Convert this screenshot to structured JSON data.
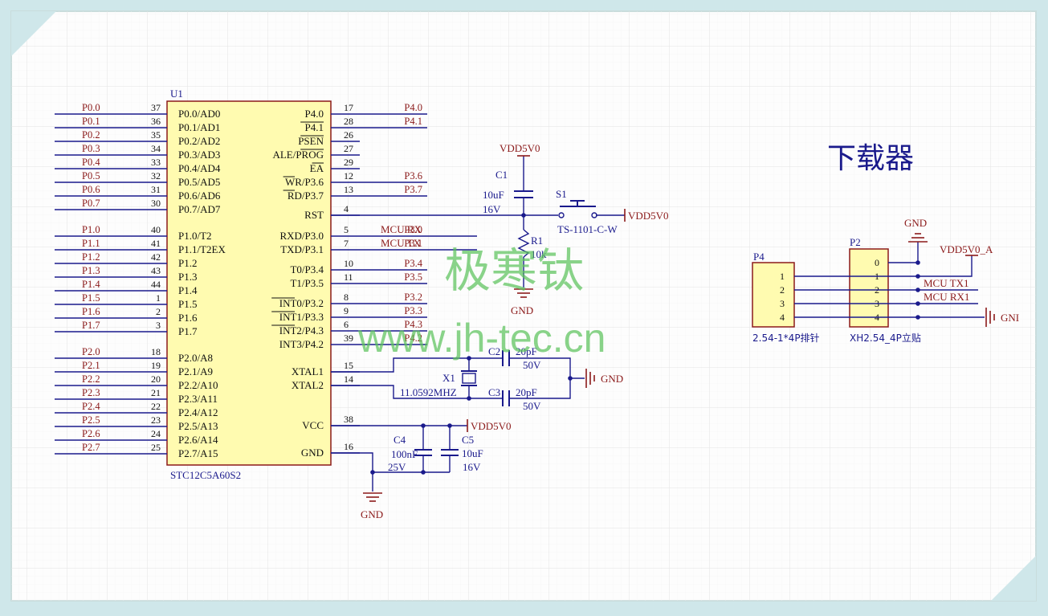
{
  "colors": {
    "wire": "#1a1a8c",
    "net": "#8b1a1a",
    "pin": "#111111",
    "chip_fill": "#fffbb0",
    "chip_border": "#8b1a1a",
    "part_text": "#1a1a8c",
    "grid": "#e6e6e6",
    "watermark": "#5cc25c",
    "paper": "#fdfdfd"
  },
  "u1": {
    "ref": "U1",
    "part": "STC12C5A60S2",
    "left_pins": [
      {
        "num": "37",
        "name": "P0.0/AD0",
        "net": "P0.0"
      },
      {
        "num": "36",
        "name": "P0.1/AD1",
        "net": "P0.1"
      },
      {
        "num": "35",
        "name": "P0.2/AD2",
        "net": "P0.2"
      },
      {
        "num": "34",
        "name": "P0.3/AD3",
        "net": "P0.3"
      },
      {
        "num": "33",
        "name": "P0.4/AD4",
        "net": "P0.4"
      },
      {
        "num": "32",
        "name": "P0.5/AD5",
        "net": "P0.5"
      },
      {
        "num": "31",
        "name": "P0.6/AD6",
        "net": "P0.6"
      },
      {
        "num": "30",
        "name": "P0.7/AD7",
        "net": "P0.7"
      },
      {
        "num": "40",
        "name": "P1.0/T2",
        "net": "P1.0"
      },
      {
        "num": "41",
        "name": "P1.1/T2EX",
        "net": "P1.1"
      },
      {
        "num": "42",
        "name": "P1.2",
        "net": "P1.2"
      },
      {
        "num": "43",
        "name": "P1.3",
        "net": "P1.3"
      },
      {
        "num": "44",
        "name": "P1.4",
        "net": "P1.4"
      },
      {
        "num": "1",
        "name": "P1.5",
        "net": "P1.5"
      },
      {
        "num": "2",
        "name": "P1.6",
        "net": "P1.6"
      },
      {
        "num": "3",
        "name": "P1.7",
        "net": "P1.7"
      },
      {
        "num": "18",
        "name": "P2.0/A8",
        "net": "P2.0"
      },
      {
        "num": "19",
        "name": "P2.1/A9",
        "net": "P2.1"
      },
      {
        "num": "20",
        "name": "P2.2/A10",
        "net": "P2.2"
      },
      {
        "num": "21",
        "name": "P2.3/A11",
        "net": "P2.3"
      },
      {
        "num": "22",
        "name": "P2.4/A12",
        "net": "P2.4"
      },
      {
        "num": "23",
        "name": "P2.5/A13",
        "net": "P2.5"
      },
      {
        "num": "24",
        "name": "P2.6/A14",
        "net": "P2.6"
      },
      {
        "num": "25",
        "name": "P2.7/A15",
        "net": "P2.7"
      }
    ],
    "right_pins": [
      {
        "num": "17",
        "name": "P4.0",
        "net": "P4.0"
      },
      {
        "num": "28",
        "name": "P4.1",
        "net": "P4.1"
      },
      {
        "num": "26",
        "name": "PSEN",
        "net": ""
      },
      {
        "num": "27",
        "name": "ALE/PROG",
        "net": ""
      },
      {
        "num": "29",
        "name": "EA",
        "net": ""
      },
      {
        "num": "12",
        "name": "WR/P3.6",
        "net": "P3.6"
      },
      {
        "num": "13",
        "name": "RD/P3.7",
        "net": "P3.7"
      },
      {
        "num": "4",
        "name": "RST",
        "net": ""
      },
      {
        "num": "5",
        "name": "RXD/P3.0",
        "net": "P3.0"
      },
      {
        "num": "7",
        "name": "TXD/P3.1",
        "net": "P3.1"
      },
      {
        "num": "10",
        "name": "T0/P3.4",
        "net": "P3.4"
      },
      {
        "num": "11",
        "name": "T1/P3.5",
        "net": "P3.5"
      },
      {
        "num": "8",
        "name": "INT0/P3.2",
        "net": "P3.2"
      },
      {
        "num": "9",
        "name": "INT1/P3.3",
        "net": "P3.3"
      },
      {
        "num": "6",
        "name": "INT2/P4.3",
        "net": "P4.3"
      },
      {
        "num": "39",
        "name": "INT3/P4.2",
        "net": "P4.2"
      },
      {
        "num": "15",
        "name": "XTAL1",
        "net": ""
      },
      {
        "num": "14",
        "name": "XTAL2",
        "net": ""
      },
      {
        "num": "38",
        "name": "VCC",
        "net": ""
      },
      {
        "num": "16",
        "name": "GND",
        "net": ""
      }
    ]
  },
  "labels": {
    "mcu_rx": "MCU RX",
    "mcu_tx": "MCU TX",
    "c1_ref": "C1",
    "c1_val": "10uF",
    "c1_volt": "16V",
    "s1_ref": "S1",
    "s1_part": "TS-1101-C-W",
    "r1_ref": "R1",
    "r1_val": "10k",
    "vdd": "VDD5V0",
    "gnd": "GND",
    "c2_ref": "C2",
    "c2_val": "20pF",
    "c2_volt": "50V",
    "c3_ref": "C3",
    "c3_val": "20pF",
    "c3_volt": "50V",
    "x1_ref": "X1",
    "x1_val": "11.0592MHZ",
    "c4_ref": "C4",
    "c4_val": "100nF",
    "c4_volt": "25V",
    "c5_ref": "C5",
    "c5_val": "10uF",
    "c5_volt": "16V"
  },
  "download": {
    "title": "下载器",
    "p4_ref": "P4",
    "p4_part": "2.54-1*4P排针",
    "p4_pins": [
      "1",
      "2",
      "3",
      "4"
    ],
    "p2_ref": "P2",
    "p2_part": "XH2.54_4P立贴",
    "p2_pins": [
      "0",
      "1",
      "2",
      "3",
      "4"
    ],
    "vdd_a": "VDD5V0_A",
    "gnd": "GND",
    "gnd_right": "GNI",
    "mcu_tx1": "MCU TX1",
    "mcu_rx1": "MCU RX1"
  },
  "watermark": {
    "line1": "极寒钛",
    "line2": "www.jh-tec.cn"
  }
}
